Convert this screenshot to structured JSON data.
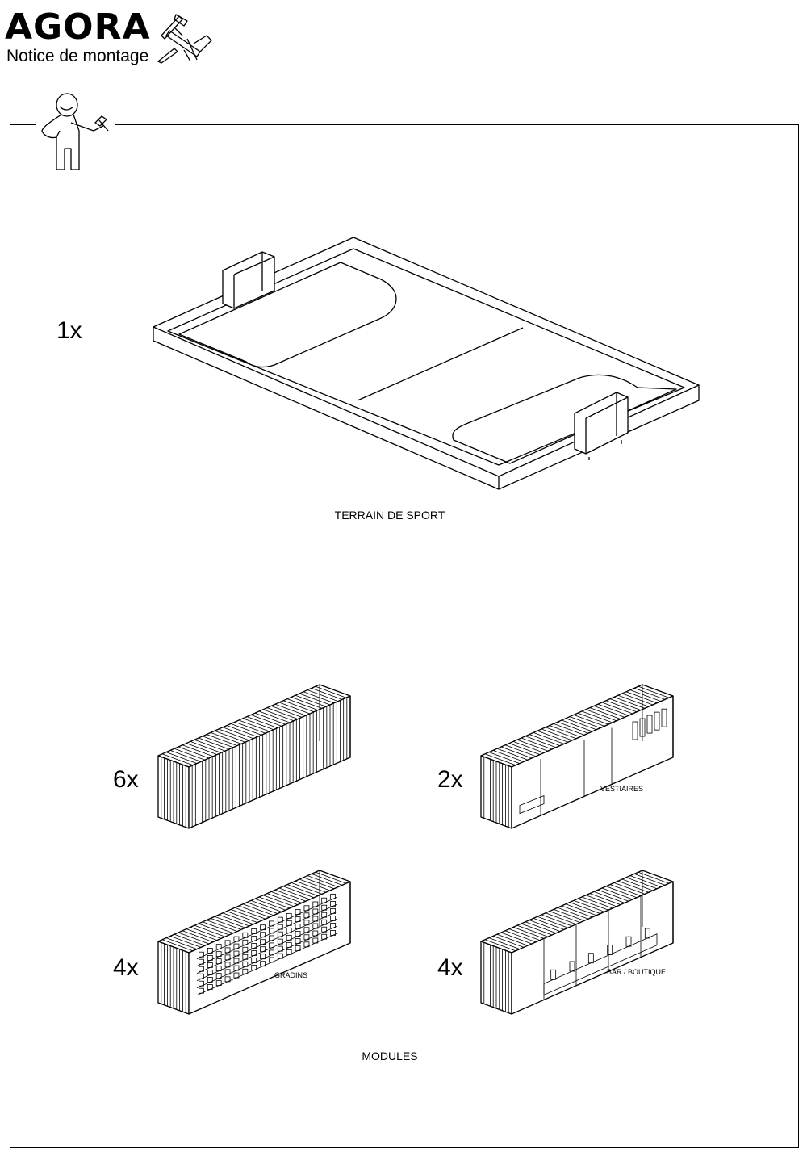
{
  "header": {
    "brand": "AGORA",
    "subtitle": "Notice de montage",
    "tools_icon": "hammer-nails-icon"
  },
  "mascot_icon": "builder-with-hammer-icon",
  "field": {
    "count": "1x",
    "label": "TERRAIN DE SPORT"
  },
  "modules": {
    "title": "MODULES",
    "items": [
      {
        "count": "6x",
        "label": ""
      },
      {
        "count": "2x",
        "label": "VESTIAIRES"
      },
      {
        "count": "4x",
        "label": "GRADINS"
      },
      {
        "count": "4x",
        "label": "BAR / BOUTIQUE"
      }
    ]
  }
}
